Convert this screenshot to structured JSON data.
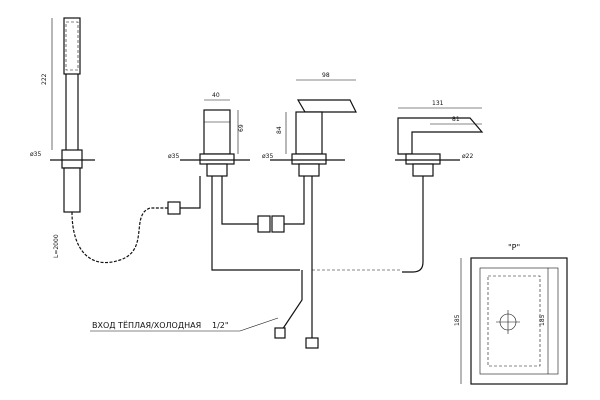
{
  "dimensions": {
    "shower_height": "222",
    "shower_diam": "ø35",
    "valve_width": "40",
    "valve_height": "69",
    "valve_diam": "ø35",
    "mixer_width": "98",
    "mixer_height": "84",
    "mixer_diam": "ø35",
    "spout_width": "131",
    "spout_reach": "81",
    "spout_diam": "ø22",
    "hose_length": "L=2000",
    "view_p_height_left": "185",
    "view_p_height_right": "185"
  },
  "labels": {
    "inlet_text": "ВХОД ТЁПЛАЯ/ХОЛОДНАЯ",
    "inlet_size": "1/2\"",
    "view_title": "\"P\""
  }
}
